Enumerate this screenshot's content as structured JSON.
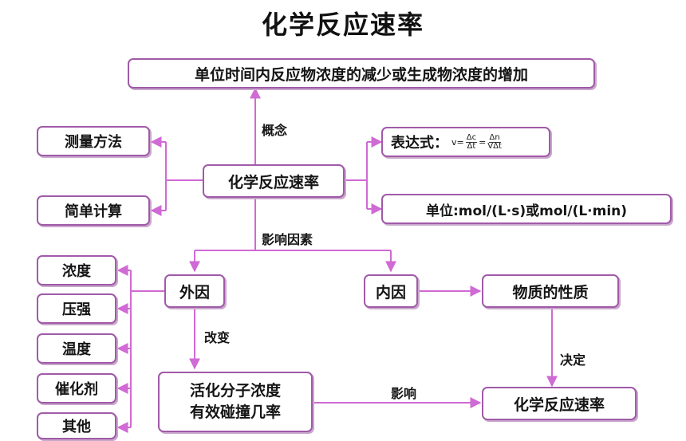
{
  "title": "化学反应速率",
  "colors": {
    "box_border": "#a05aa8",
    "line": "#d06ad4",
    "shadow": "#c9a8cc"
  },
  "nodes": {
    "definition": "单位时间内反应物浓度的减少或生成物浓度的增加",
    "center": "化学反应速率",
    "measure": "测量方法",
    "simple_calc": "简单计算",
    "expression": "表达式：",
    "formula": {
      "v": "v",
      "eq": "=",
      "num1": "Δc",
      "den1": "Δt",
      "eq2": "=",
      "num2": "Δn",
      "den2": "VΔt"
    },
    "unit": "单位:mol/(L·s)或mol/(L·min)",
    "external": "外因",
    "internal": "内因",
    "nature": "物质的性质",
    "active_line1": "活化分子浓度",
    "active_line2": "有效碰撞几率",
    "result": "化学反应速率",
    "concentration": "浓度",
    "pressure": "压强",
    "temperature": "温度",
    "catalyst": "催化剂",
    "others": "其他"
  },
  "labels": {
    "concept": "概念",
    "factors": "影响因素",
    "change": "改变",
    "influence": "影响",
    "decide": "决定"
  }
}
